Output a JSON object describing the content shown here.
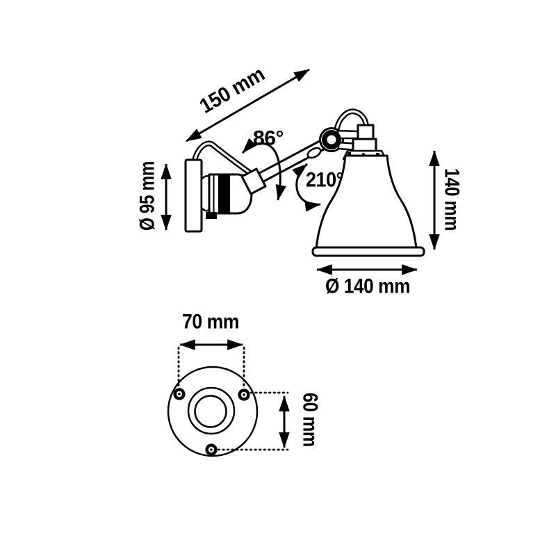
{
  "diagram": {
    "product": "wall-lamp-dimension-drawing",
    "colors": {
      "line": "#000000",
      "background": "#ffffff"
    },
    "side_view": {
      "arm_length_label": "150 mm",
      "upper_swivel_angle_label": "86°",
      "shade_swivel_angle_label": "210°",
      "wall_base_diameter_label": "Ø 95 mm",
      "shade_height_label": "140 mm",
      "shade_diameter_label": "Ø 140 mm"
    },
    "base_view": {
      "hole_spacing_horizontal_label": "70 mm",
      "hole_spacing_vertical_label": "60 mm"
    }
  }
}
